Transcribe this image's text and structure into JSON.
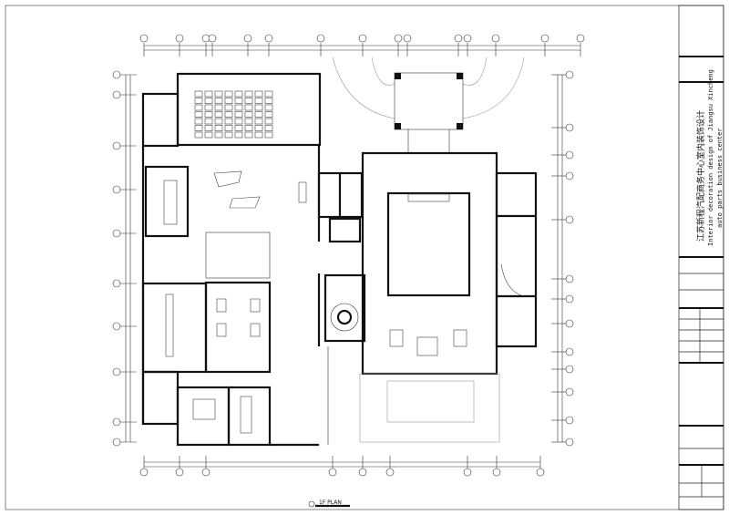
{
  "title_block": {
    "project_title_cn": "江苏新程汽配商务中心室内装饰设计",
    "project_title_en_line1": "Interior decoration design of Jiangsu Xincheng",
    "project_title_en_line2": "auto parts business center"
  },
  "drawing": {
    "plan_label": "1F PLAN"
  },
  "colors": {
    "wall": "#111111",
    "line": "#333333",
    "background": "#ffffff"
  }
}
